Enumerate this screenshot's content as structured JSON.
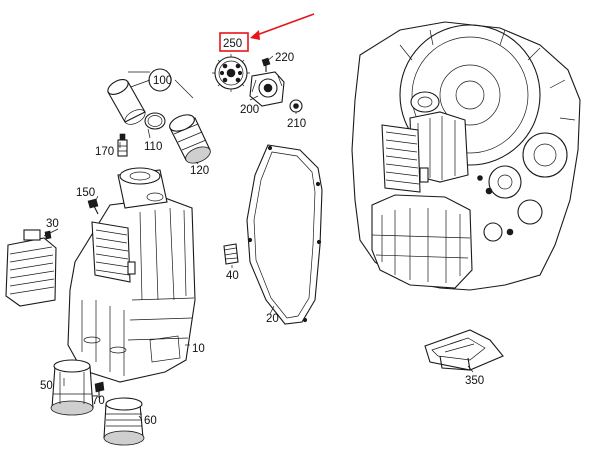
{
  "colors": {
    "accent": "#e8141b",
    "ink": "#1a1a1a"
  },
  "highlighted_part": "250",
  "callouts": {
    "c100": "100",
    "c110": "110",
    "c120": "120",
    "c170": "170",
    "c150": "150",
    "c30": "30",
    "c250": "250",
    "c220": "220",
    "c200": "200",
    "c210": "210",
    "c40": "40",
    "c20": "20",
    "c10": "10",
    "c50": "50",
    "c70": "70",
    "c60": "60",
    "c350": "350"
  }
}
